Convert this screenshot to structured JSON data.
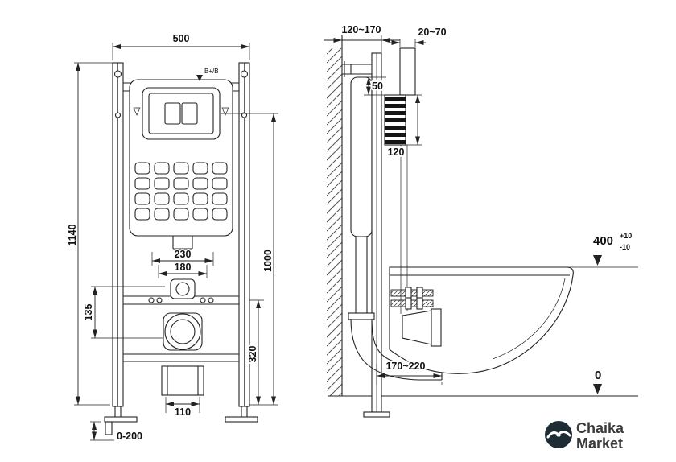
{
  "front_view": {
    "frame_width": "500",
    "frame_height": "1140",
    "plate_width": "230",
    "bolt_spacing": "180",
    "side_offset": "135",
    "lower_height": "320",
    "plate_height": "1000",
    "outlet_width": "110",
    "foot_range": "0-200",
    "top_mark": "B+/B"
  },
  "side_view": {
    "frame_depth": "120~170",
    "finish_thickness": "20~70",
    "gap_top": "50",
    "sleeve_length": "120",
    "rim_height": "400",
    "rim_tol_up": "+10",
    "rim_tol_down": "-10",
    "outlet_distance": "170~220",
    "floor_level": "0"
  },
  "logo": {
    "line1": "Chaika",
    "line2": "Market",
    "badge_color": "#1e2c36"
  },
  "colors": {
    "line": "#222222",
    "background": "#ffffff"
  }
}
